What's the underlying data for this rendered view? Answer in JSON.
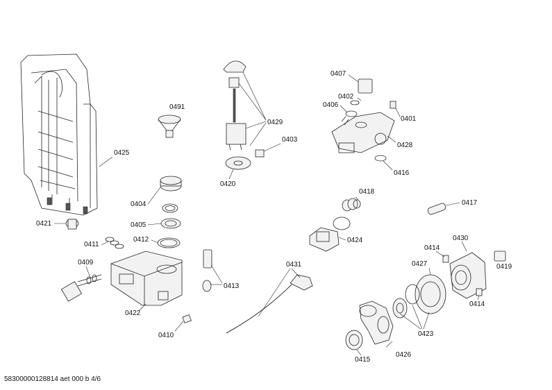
{
  "labels": {
    "l0407": "0407",
    "l0402": "0402",
    "l0406": "0406",
    "l0401": "0401",
    "l0428": "0428",
    "l0416": "0416",
    "l0491": "0491",
    "l0429": "0429",
    "l0403": "0403",
    "l0420": "0420",
    "l0425": "0425",
    "l0404": "0404",
    "l0405": "0405",
    "l0421": "0421",
    "l0411": "0411",
    "l0412": "0412",
    "l0409": "0409",
    "l0413": "0413",
    "l0422": "0422",
    "l0410": "0410",
    "l0418": "0418",
    "l0417": "0417",
    "l0424": "0424",
    "l0431": "0431",
    "l0414a": "0414",
    "l0430": "0430",
    "l0427": "0427",
    "l0419": "0419",
    "l0414b": "0414",
    "l0423": "0423",
    "l0415": "0415",
    "l0426": "0426"
  },
  "footer": "58300000128814 aet 000 b 4/6"
}
